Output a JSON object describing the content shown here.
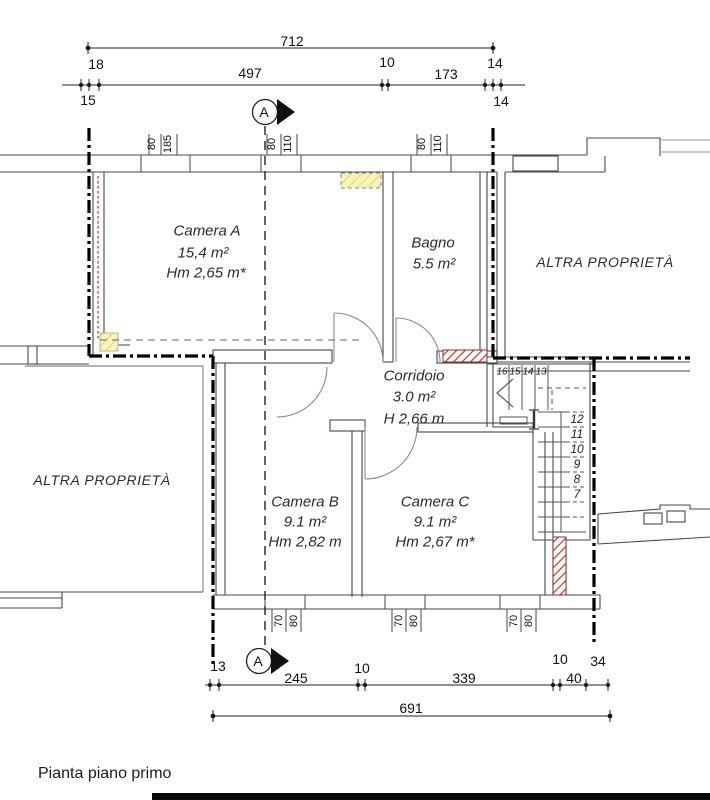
{
  "title": "Pianta piano primo",
  "section_marker": {
    "label": "A"
  },
  "rooms": {
    "camera_a": {
      "name": "Camera A",
      "area": "15,4 m²",
      "height": "Hm 2,65 m*"
    },
    "bagno": {
      "name": "Bagno",
      "area": "5.5 m²"
    },
    "corridoio": {
      "name": "Corridoio",
      "area": "3.0 m²",
      "height": "H 2,66 m"
    },
    "camera_b": {
      "name": "Camera B",
      "area": "9.1 m²",
      "height": "Hm 2,82 m"
    },
    "camera_c": {
      "name": "Camera C",
      "area": "9.1 m²",
      "height": "Hm 2,67 m*"
    },
    "altra_right": "ALTRA PROPRIETÀ",
    "altra_left": "ALTRA PROPRIETÀ"
  },
  "dims": {
    "top_total": "712",
    "top_row": [
      "18",
      "497",
      "10",
      "173",
      "14"
    ],
    "top_below_left": "15",
    "top_below_right": "14",
    "bottom_row": [
      "13",
      "245",
      "10",
      "339",
      "10",
      "40",
      "34"
    ],
    "bottom_total": "691"
  },
  "windows_top": [
    [
      "80",
      "185"
    ],
    [
      "80",
      "110"
    ],
    [
      "80",
      "110"
    ]
  ],
  "windows_bottom": [
    [
      "70",
      "80"
    ],
    [
      "70",
      "80"
    ],
    [
      "70",
      "80"
    ]
  ],
  "stairs": {
    "upper": [
      "16",
      "15",
      "14",
      "13"
    ],
    "lower": [
      "12",
      "11",
      "10",
      "9",
      "8",
      "7"
    ]
  },
  "colors": {
    "line": "#474747",
    "boundary": "#000000",
    "hatch_red": "#c0392b",
    "hatch_yellow": "#f7f3bb"
  }
}
